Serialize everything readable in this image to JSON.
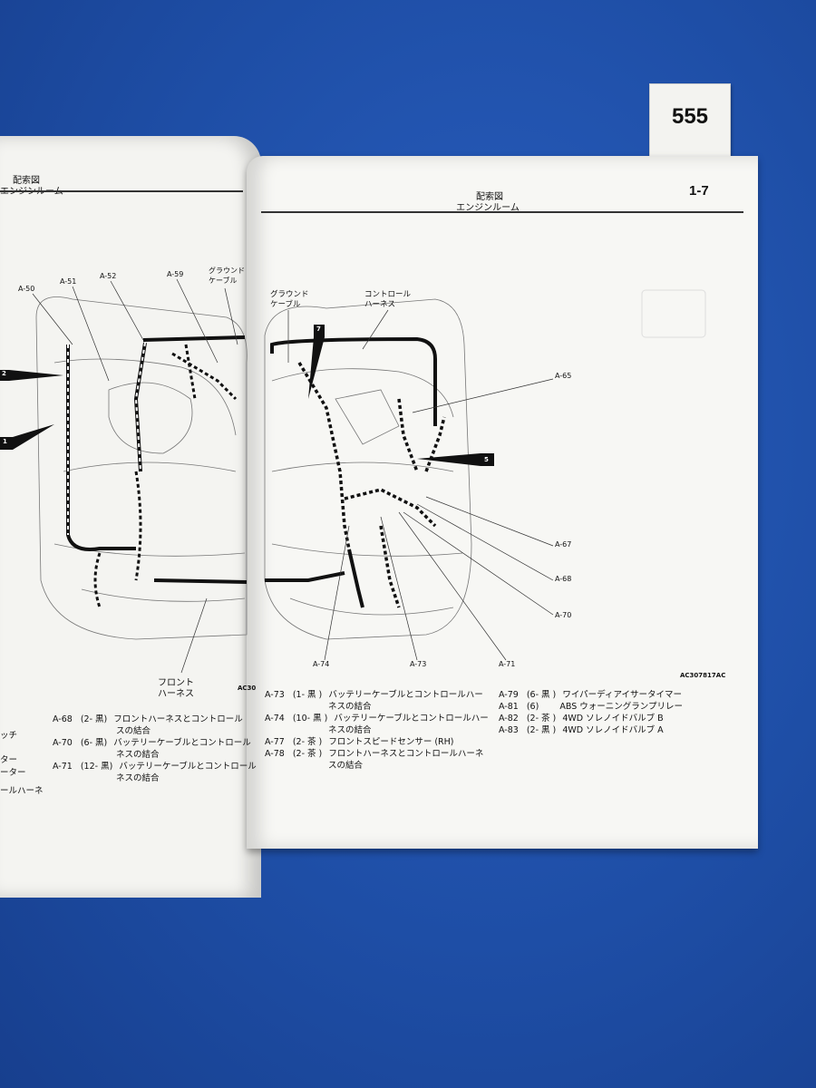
{
  "sticker": {
    "number": "555"
  },
  "left_page": {
    "header_title": "配索図",
    "header_subtitle": "エンジンルーム",
    "callouts": [
      "A-50",
      "A-51",
      "A-52",
      "A-59",
      "グラウンド",
      "ケーブル"
    ],
    "markers": [
      "2",
      "1"
    ],
    "bottom_label_line1": "フロント",
    "bottom_label_line2": "ハーネス",
    "code_fragment": "AC30",
    "legend": [
      {
        "code": "A-68",
        "spec": "(2- 黒)",
        "desc": "フロントハーネスとコントロール",
        "desc2": "スの結合"
      },
      {
        "code": "A-70",
        "spec": "(6- 黒)",
        "desc": "バッテリーケーブルとコントロール",
        "desc2": "ネスの結合"
      },
      {
        "code": "A-71",
        "spec": "(12- 黒)",
        "desc": "バッテリーケーブルとコントロール",
        "desc2": "ネスの結合"
      }
    ],
    "fragments": [
      "ッチ",
      "ター",
      "ーター",
      "ールハーネ"
    ]
  },
  "right_page": {
    "header_title": "配索図",
    "header_subtitle": "エンジンルーム",
    "page_number": "1-7",
    "top_labels": {
      "ground_line1": "グラウンド",
      "ground_line2": "ケーブル",
      "control_line1": "コントロール",
      "control_line2": "ハーネス"
    },
    "markers": [
      "7",
      "5"
    ],
    "callouts_right": [
      "A-65",
      "A-67",
      "A-68",
      "A-70"
    ],
    "callouts_bottom": [
      "A-74",
      "A-73",
      "A-71"
    ],
    "figure_code": "AC307817AC",
    "legend_col1": [
      {
        "code": "A-73",
        "spec": "(1- 黒 )",
        "desc": "バッテリーケーブルとコントロールハー",
        "desc2": "ネスの結合"
      },
      {
        "code": "A-74",
        "spec": "(10- 黒 )",
        "desc": "バッテリーケーブルとコントロールハー",
        "desc2": "ネスの結合"
      },
      {
        "code": "A-77",
        "spec": "(2- 茶 )",
        "desc": "フロントスピードセンサー (RH)",
        "desc2": ""
      },
      {
        "code": "A-78",
        "spec": "(2- 茶 )",
        "desc": "フロントハーネスとコントロールハーネ",
        "desc2": "スの結合"
      }
    ],
    "legend_col2": [
      {
        "code": "A-79",
        "spec": "(6- 黒 )",
        "desc": "ワイパーディアイサータイマー"
      },
      {
        "code": "A-81",
        "spec": "(6)",
        "desc": "ABS ウォーニングランプリレー"
      },
      {
        "code": "A-82",
        "spec": "(2- 茶 )",
        "desc": "4WD ソレノイドバルブ B"
      },
      {
        "code": "A-83",
        "spec": "(2- 黒 )",
        "desc": "4WD ソレノイドバルブ A"
      }
    ]
  }
}
